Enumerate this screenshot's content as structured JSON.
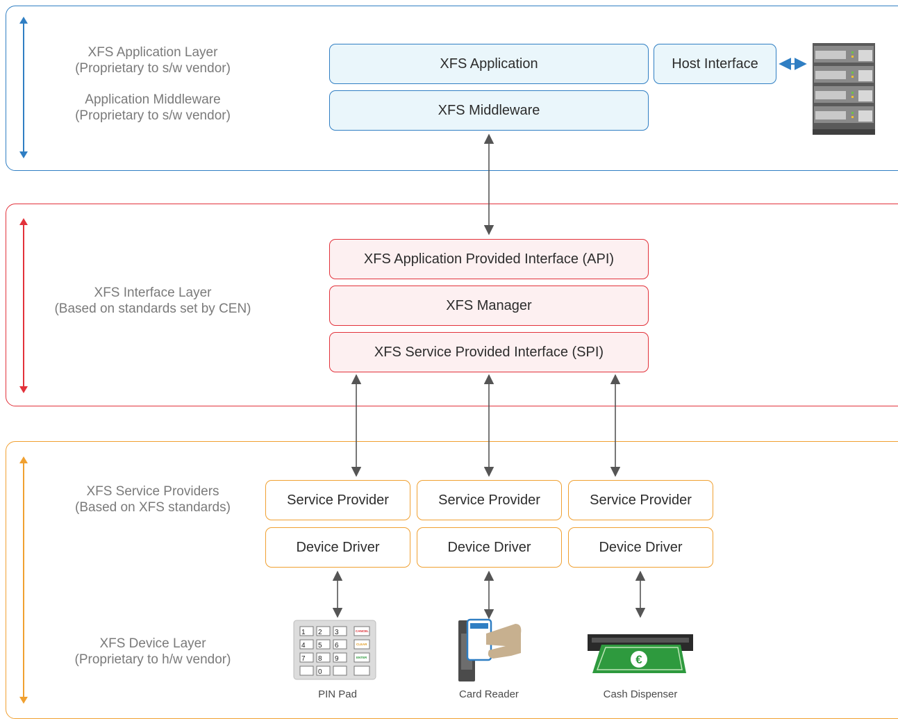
{
  "colors": {
    "application_layer": "#2f7ec3",
    "interface_layer": "#e2313a",
    "device_layer": "#f0a030",
    "connector": "#555555"
  },
  "application_layer": {
    "label_lines": [
      "XFS Application Layer",
      "(Proprietary to s/w vendor)",
      "Application Middleware",
      "(Proprietary to s/w vendor)"
    ],
    "xfs_application": "XFS Application",
    "host_interface": "Host Interface",
    "xfs_middleware": "XFS Middleware",
    "host_icon": "server-rack-icon"
  },
  "interface_layer": {
    "label_lines": [
      "XFS Interface Layer",
      "(Based on standards set by CEN)"
    ],
    "api": "XFS Application Provided Interface (API)",
    "manager": "XFS Manager",
    "spi": "XFS Service Provided Interface (SPI)"
  },
  "device_layer": {
    "service_label_lines": [
      "XFS Service Providers",
      "(Based on XFS standards)"
    ],
    "device_label_lines": [
      "XFS Device Layer",
      "(Proprietary to h/w vendor)"
    ],
    "columns": [
      {
        "service_provider": "Service Provider",
        "device_driver": "Device Driver",
        "device": "PIN Pad",
        "icon": "pin-pad-icon"
      },
      {
        "service_provider": "Service Provider",
        "device_driver": "Device Driver",
        "device": "Card Reader",
        "icon": "card-reader-icon"
      },
      {
        "service_provider": "Service Provider",
        "device_driver": "Device Driver",
        "device": "Cash Dispenser",
        "icon": "cash-dispenser-icon"
      }
    ],
    "pin_pad_keys": [
      "1",
      "2",
      "3",
      "4",
      "5",
      "6",
      "7",
      "8",
      "9",
      "0"
    ],
    "pin_pad_function_keys": [
      "CANCEL",
      "CLEAR",
      "ENTER"
    ]
  }
}
